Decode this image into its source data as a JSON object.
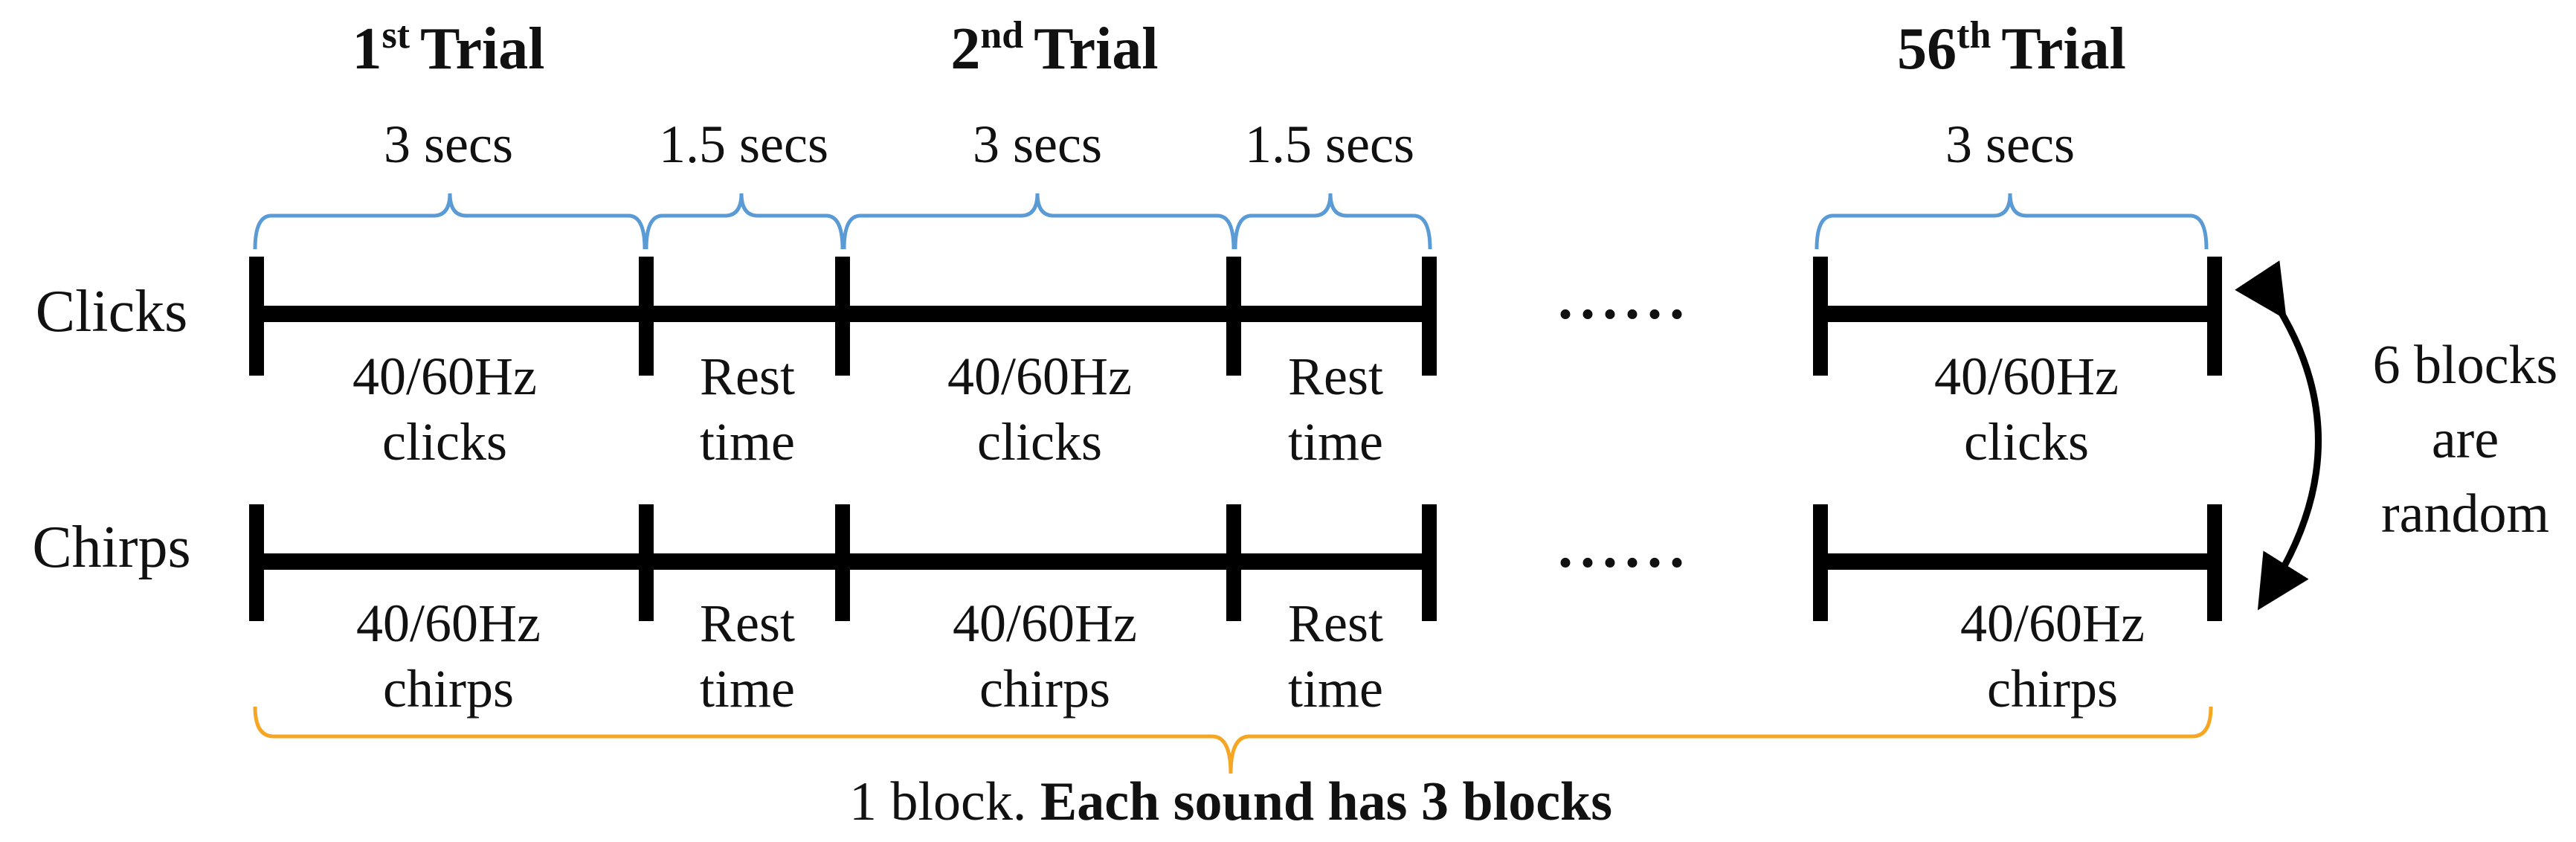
{
  "trials": {
    "first": {
      "num": "1",
      "sup": "st",
      "word": "Trial"
    },
    "second": {
      "num": "2",
      "sup": "nd",
      "word": "Trial"
    },
    "last": {
      "num": "56",
      "sup": "th",
      "word": "Trial"
    }
  },
  "durations": {
    "stim1": "3 secs",
    "rest1": "1.5 secs",
    "stim2": "3 secs",
    "rest2": "1.5 secs",
    "stim_last": "3 secs"
  },
  "rows": {
    "clicks": {
      "label": "Clicks",
      "stim_line1": "40/60Hz",
      "stim_line2": "clicks",
      "rest_line1": "Rest",
      "rest_line2": "time"
    },
    "chirps": {
      "label": "Chirps",
      "stim_line1": "40/60Hz",
      "stim_line2": "chirps",
      "rest_line1": "Rest",
      "rest_line2": "time"
    }
  },
  "ellipsis": "......",
  "side_note": {
    "line1": "6 blocks",
    "line2": "are",
    "line3": "random"
  },
  "footer": {
    "plain": "1 block. ",
    "bold": "Each sound has 3 blocks"
  },
  "colors": {
    "bracket_blue": "#5b9bd5",
    "bracket_orange": "#f5a623",
    "bar": "#000000"
  }
}
